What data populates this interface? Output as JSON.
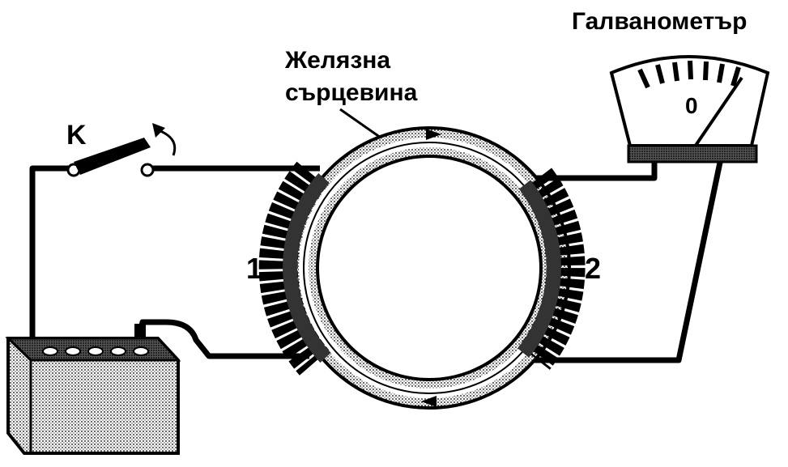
{
  "labels": {
    "switch": "K",
    "core_line1": "Желязна",
    "core_line2": "сърцевина",
    "galvanometer": "Галванометър",
    "zero": "0",
    "coil_1": "1",
    "coil_2": "2"
  },
  "colors": {
    "ink": "#000000",
    "paper": "#ffffff",
    "stipple": "#9a9a9a",
    "core_fill": "#e4e4e4"
  },
  "icons": {
    "switch": "knife-switch",
    "battery": "battery",
    "meter": "galvanometer-needle"
  }
}
